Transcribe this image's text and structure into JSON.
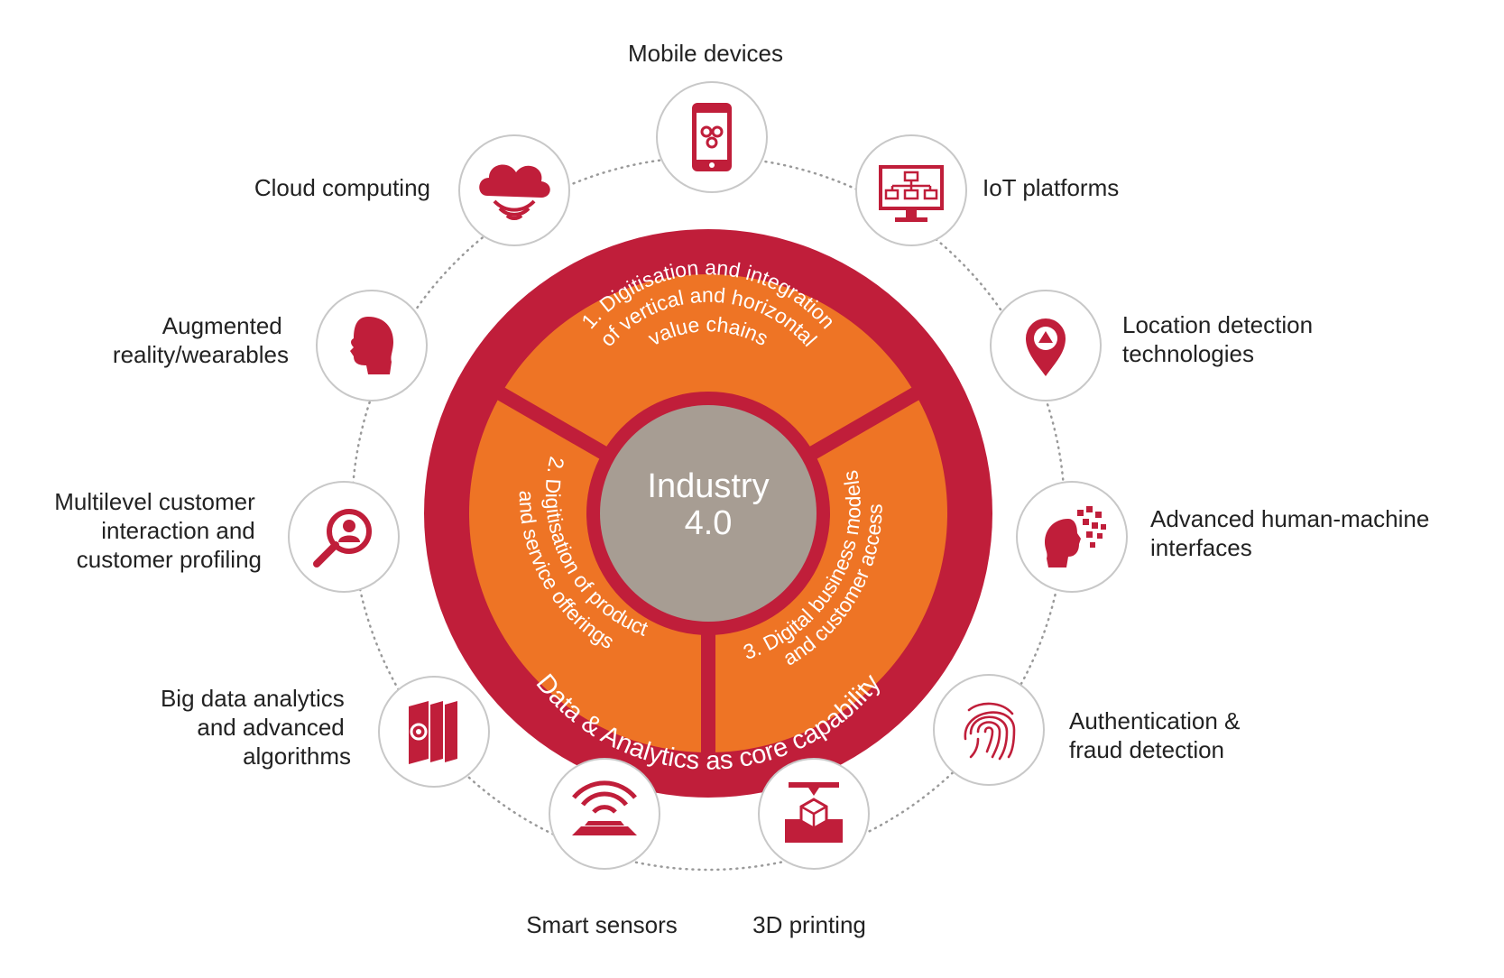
{
  "colors": {
    "crimson": "#c01e3a",
    "orange": "#ee7425",
    "core": "#a79d93",
    "node_border": "#c8c8c8",
    "dots": "#9a9a9a",
    "label": "#222222"
  },
  "core": {
    "line1": "Industry",
    "line2": "4.0"
  },
  "ring": {
    "top_text": "Data & Analytics as core capability",
    "bottom_text": "Data & Analytics as core capability"
  },
  "segments": [
    {
      "lines": [
        "1. Digitisation and integration",
        "of vertical and horizontal",
        "value chains"
      ]
    },
    {
      "lines": [
        "2. Digitisation of product",
        "and service offerings"
      ]
    },
    {
      "lines": [
        "3. Digital business models",
        "and customer access"
      ]
    }
  ],
  "nodes": [
    {
      "key": "mobile",
      "icon": "mobile-phone-icon",
      "label_lines": [
        "Mobile devices"
      ]
    },
    {
      "key": "iot",
      "icon": "network-monitor-icon",
      "label_lines": [
        "IoT platforms"
      ]
    },
    {
      "key": "location",
      "icon": "location-pin-icon",
      "label_lines": [
        "Location detection",
        "technologies"
      ]
    },
    {
      "key": "hmi",
      "icon": "pixel-head-icon",
      "label_lines": [
        "Advanced human-machine",
        "interfaces"
      ]
    },
    {
      "key": "auth",
      "icon": "fingerprint-icon",
      "label_lines": [
        "Authentication &",
        "fraud detection"
      ]
    },
    {
      "key": "printing",
      "icon": "3d-printer-icon",
      "label_lines": [
        "3D printing"
      ]
    },
    {
      "key": "sensors",
      "icon": "wireless-sensor-icon",
      "label_lines": [
        "Smart sensors"
      ]
    },
    {
      "key": "bigdata",
      "icon": "data-cards-icon",
      "label_lines": [
        "Big data analytics",
        "and advanced",
        "algorithms"
      ]
    },
    {
      "key": "profiling",
      "icon": "magnifier-user-icon",
      "label_lines": [
        "Multilevel customer",
        "interaction and",
        "customer profiling"
      ]
    },
    {
      "key": "ar",
      "icon": "human-head-icon",
      "label_lines": [
        "Augmented",
        "reality/wearables"
      ]
    },
    {
      "key": "cloud",
      "icon": "cloud-icon",
      "label_lines": [
        "Cloud computing"
      ]
    }
  ]
}
